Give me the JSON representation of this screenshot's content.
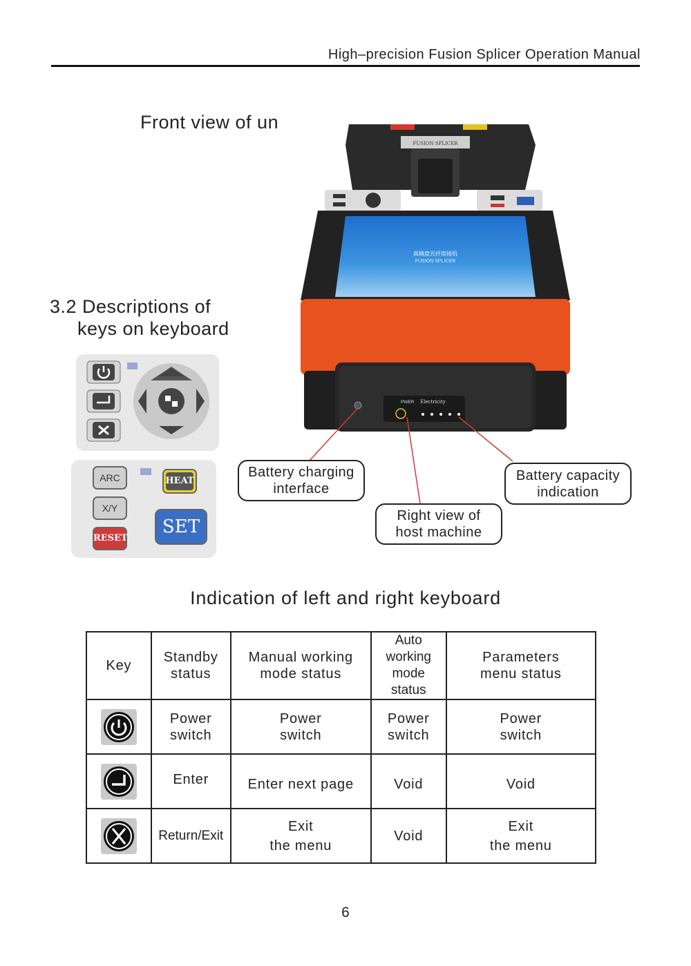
{
  "header": {
    "title": "High–precision Fusion Splicer  Operation Manual"
  },
  "front_view": {
    "title": "Front view of un"
  },
  "device": {
    "brand_label": "FUSION SPLICER",
    "screen_text_cn": "高精度光纤熔接机",
    "screen_text_en": "FUSION SPLICER",
    "panel_pwr": "PWER",
    "panel_electricity": "Electricity"
  },
  "section": {
    "title_line1": "3.2 Descriptions of",
    "title_line2": "keys on keyboard"
  },
  "left_keypad": {
    "icons": [
      "power-icon",
      "enter-icon",
      "close-icon",
      "arrow-pad-icon"
    ]
  },
  "right_keypad": {
    "arc": "ARC",
    "xy": "X/Y",
    "reset": "RESET",
    "heat": "HEAT",
    "set": "SET"
  },
  "callouts": {
    "battery_charging": [
      "Battery charging",
      "interface"
    ],
    "battery_capacity": [
      "Battery capacity",
      "indication"
    ],
    "right_view": [
      "Right view of",
      "host machine"
    ]
  },
  "indication_title": "Indication of left and right keyboard",
  "table": {
    "headers": [
      "Key",
      "Standby\nstatus",
      "Manual working\nmode status",
      "Auto working\nmode status",
      "Parameters\nmenu status"
    ],
    "rows": [
      {
        "icon": "power-icon",
        "cells": [
          "Power\nswitch",
          "Power\nswitch",
          "Power\nswitch",
          "Power\nswitch"
        ]
      },
      {
        "icon": "enter-icon",
        "cells": [
          "Enter",
          "Enter next page",
          "Void",
          "Void"
        ]
      },
      {
        "icon": "close-icon",
        "cells": [
          "Return/Exit",
          "Exit\nthe menu",
          "Void",
          "Exit\nthe menu"
        ]
      }
    ]
  },
  "page_number": "6",
  "colors": {
    "device_orange": "#e8521e",
    "screen_blue": "#2f86d8",
    "callout_line": "#d23a35",
    "keypad_blue": "#3b6fc4",
    "keypad_red": "#d23b3b",
    "keypad_yellow": "#e9d22a"
  }
}
